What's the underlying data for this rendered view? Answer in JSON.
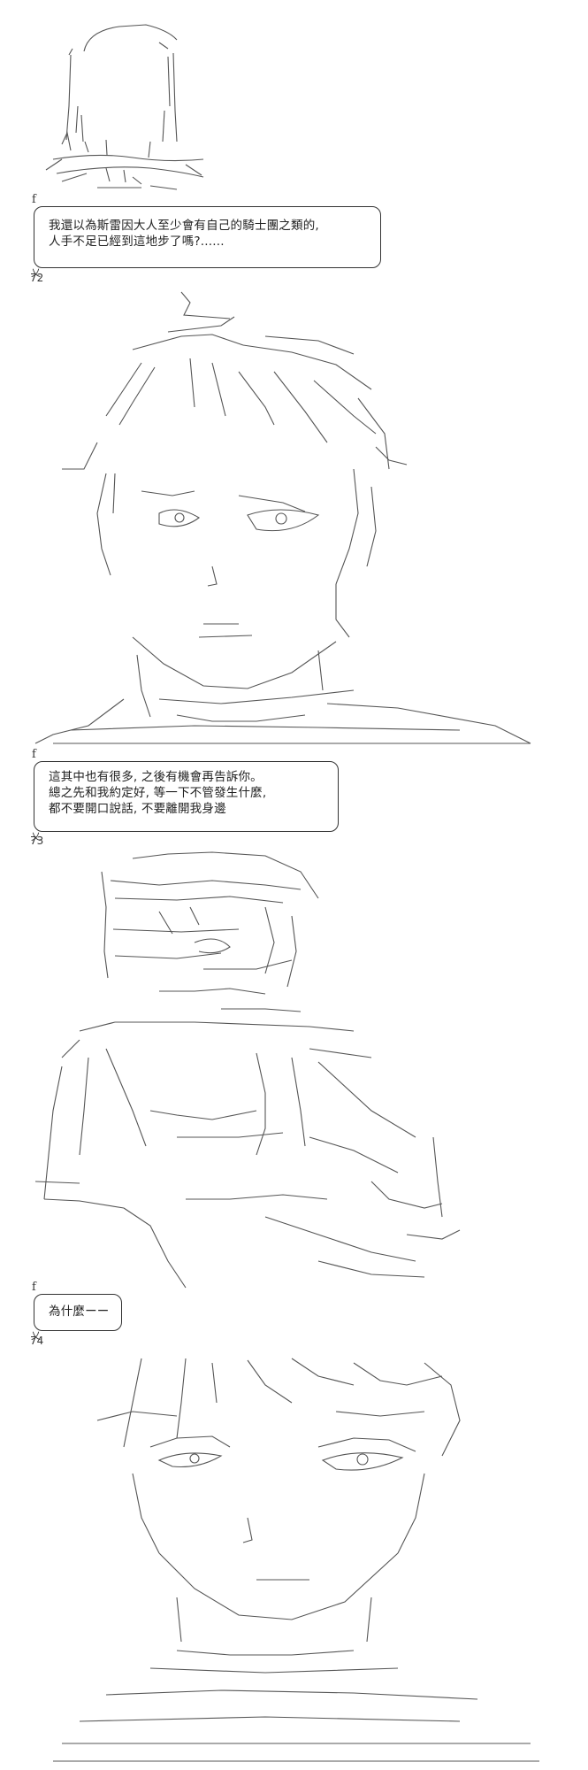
{
  "panels": [
    {
      "lines": [
        "我還以為斯雷因大人至少會有自己的騎士團之類的,",
        "人手不足已經到這地步了嗎?......"
      ],
      "number": "72"
    },
    {
      "lines": [
        "這其中也有很多, 之後有機會再告訴你。",
        "總之先和我約定好, 等一下不管發生什麼,",
        "都不要開口說話, 不要離開我身邊"
      ],
      "number": "73"
    },
    {
      "lines": [
        "為什麼ーー"
      ],
      "number": "74"
    }
  ],
  "bubble_marks": {
    "top": "f",
    "bottom": "乂"
  }
}
